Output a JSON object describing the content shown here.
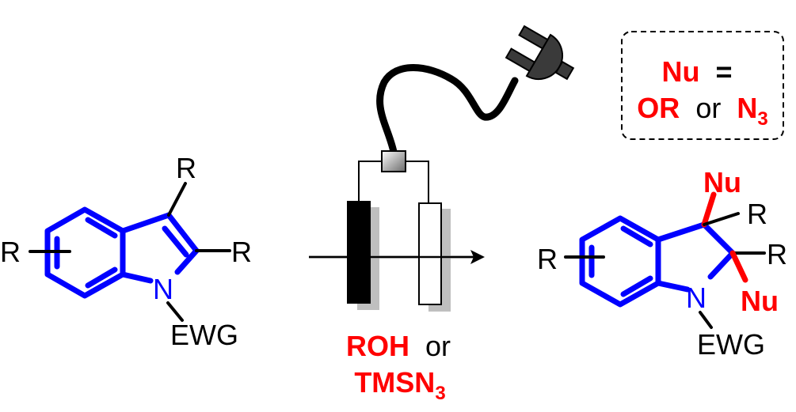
{
  "colors": {
    "ring": "#0000ff",
    "highlight": "#ff0000",
    "bond": "#000000",
    "plug": "#3a3a3a",
    "shadow": "#bfbfbf"
  },
  "legend": {
    "nu": "Nu",
    "equals": "=",
    "or_": "OR",
    "or_word": "or",
    "n": "N",
    "n_sub": "3"
  },
  "start_material": {
    "r_ring": "R",
    "r3": "R",
    "r2": "R",
    "n": "N",
    "ewg": "EWG"
  },
  "reagents": {
    "roh": "ROH",
    "or_word": "or",
    "tmsn": "TMSN",
    "tmsn_sub": "3"
  },
  "product": {
    "r_ring": "R",
    "nu3": "Nu",
    "r3": "R",
    "r2": "R",
    "nu2": "Nu",
    "n": "N",
    "ewg": "EWG"
  },
  "icons": [
    "power-plug-icon",
    "cathode-electrode-icon",
    "anode-electrode-icon",
    "reaction-arrow-icon"
  ]
}
